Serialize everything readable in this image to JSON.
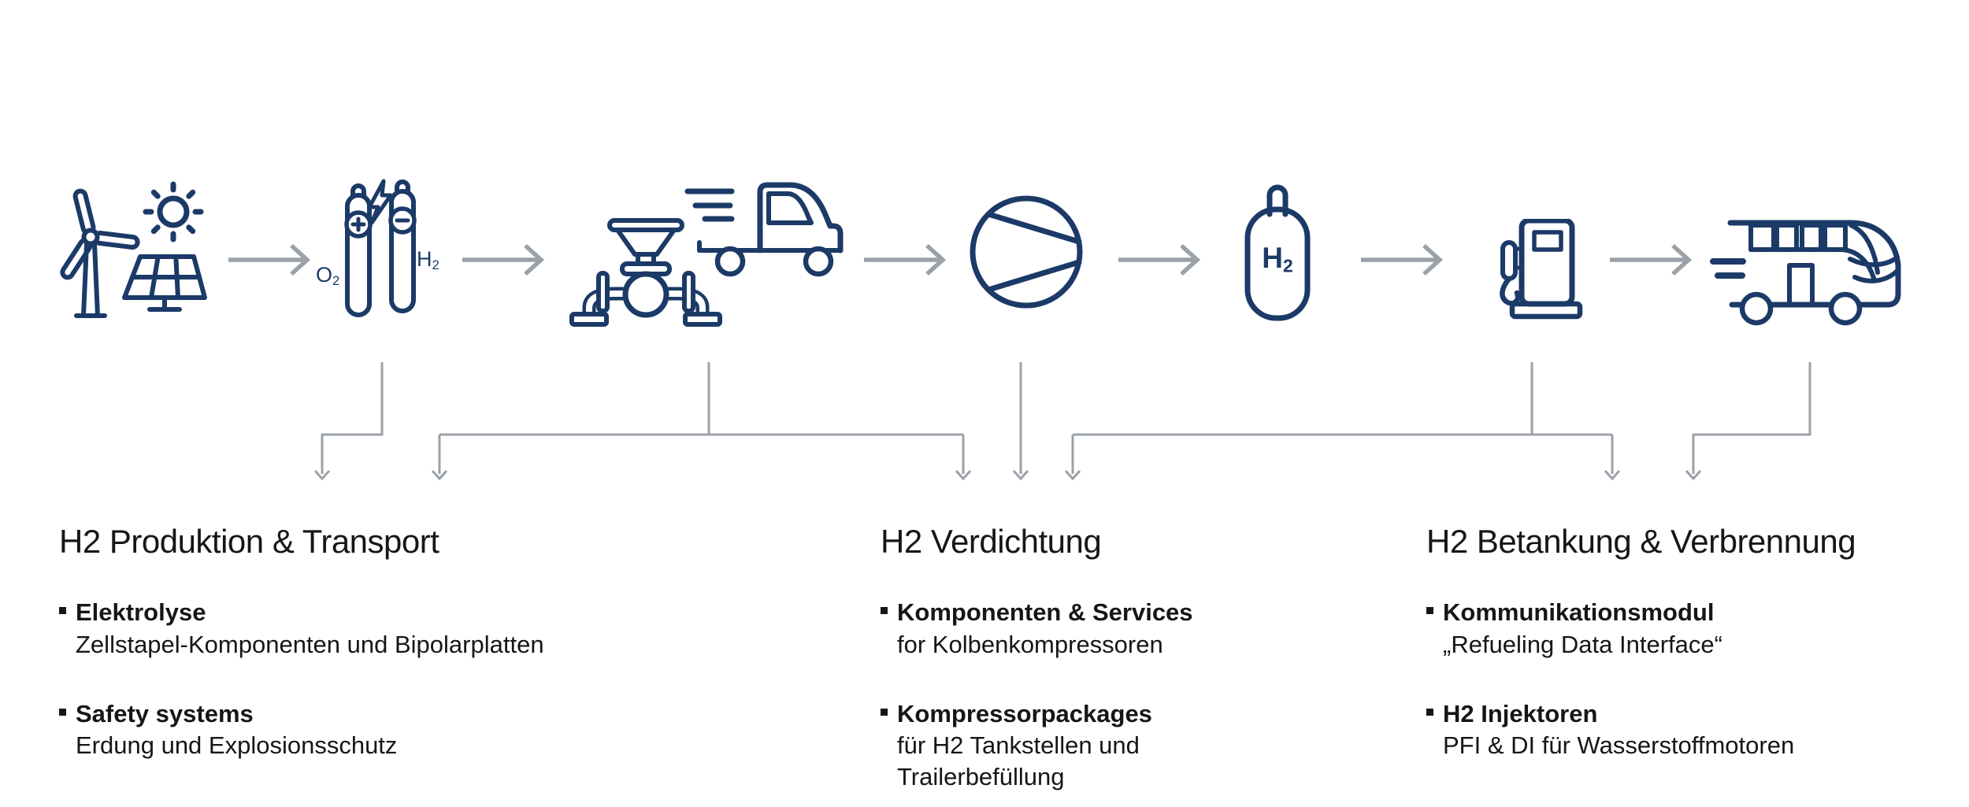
{
  "colors": {
    "icon_navy": "#1c3a67",
    "arrow_gray": "#9ba1a8",
    "connector_gray": "#9ba1a8",
    "text": "#161616",
    "background": "#ffffff"
  },
  "flow": {
    "steps": [
      "renewable-energy",
      "electrolysis",
      "pipeline-truck-transport",
      "compressor",
      "h2-storage-tank",
      "fueling-station",
      "h2-bus"
    ],
    "electrolysis_labels": {
      "o": "O",
      "o_sub": "2",
      "h": "H",
      "h_sub": "2"
    },
    "tank_label": {
      "h": "H",
      "sub": "2"
    }
  },
  "icons": {
    "step1": "wind-turbine-sun-solar-panel",
    "step2": "electrolysis-electrodes-lightning",
    "step3": "pipeline-valve-and-truck",
    "step4": "compressor",
    "step5": "h2-cylinder",
    "step6": "fuel-dispenser",
    "step7": "bus",
    "between_steps": "right-arrow",
    "to_sections": "down-arrow"
  },
  "sections": [
    {
      "title": "H2 Produktion & Transport",
      "items": [
        {
          "title": "Elektrolyse",
          "desc": "Zellstapel-Komponenten und Bipolarplatten"
        },
        {
          "title": "Safety systems",
          "desc": "Erdung und Explosionsschutz"
        }
      ]
    },
    {
      "title": "H2 Verdichtung",
      "items": [
        {
          "title": "Komponenten & Services",
          "desc": "for Kolbenkompressoren"
        },
        {
          "title": "Kompressorpackages",
          "desc": "für H2 Tankstellen und\nTrailerbefüllung"
        }
      ]
    },
    {
      "title": "H2 Betankung & Verbrennung",
      "items": [
        {
          "title": "Kommunikationsmodul",
          "desc": "„Refueling Data Interface“"
        },
        {
          "title": "H2 Injektoren",
          "desc": "PFI & DI für Wasserstoffmotoren"
        }
      ]
    }
  ]
}
